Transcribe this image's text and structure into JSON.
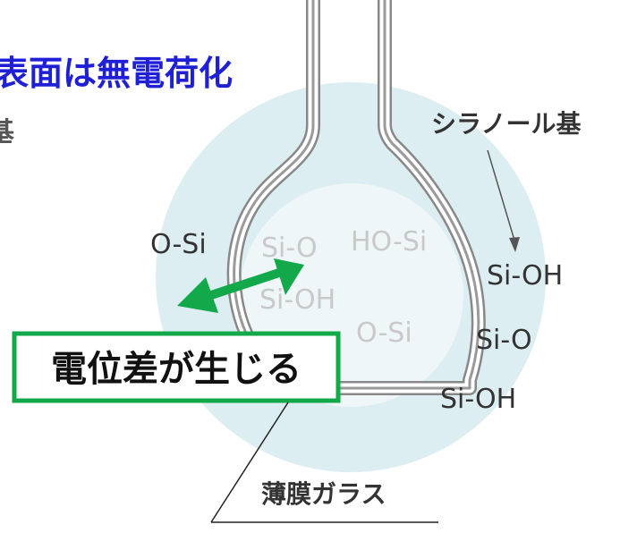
{
  "header": {
    "partial_title": "表面は無電荷化",
    "partial_subtitle": "基"
  },
  "labels": {
    "silanol": "シラノール基",
    "thin_glass": "薄膜ガラス"
  },
  "molecules": {
    "outer_left": "O-Si",
    "inner_si_o": "Si-O",
    "inner_ho_si": "HO-Si",
    "inner_si_oh": "Si-OH",
    "inner_o_si": "O-Si",
    "outer_si_oh_top": "Si-OH",
    "outer_si_o": "Si-O",
    "outer_si_oh_bottom": "Si-OH"
  },
  "callout": {
    "text": "電位差が生じる"
  },
  "colors": {
    "title_blue": "#1f1fd6",
    "accent_green": "#13a84a",
    "halo": "#dceef2",
    "glass": "#8a8a8a",
    "faint_text": "#c9c9c9",
    "dark_text": "#222222"
  }
}
